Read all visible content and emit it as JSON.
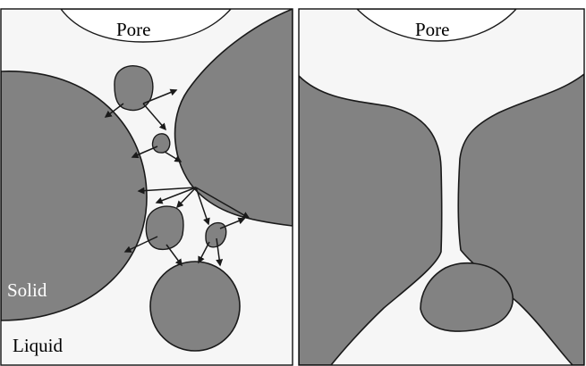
{
  "panels": {
    "left": {
      "pore_label": "Pore",
      "solid_label": "Solid",
      "liquid_label": "Liquid"
    },
    "right": {
      "pore_label": "Pore"
    }
  },
  "colors": {
    "liquid_fill": "#f6f6f6",
    "solid_fill": "#828282",
    "pore_fill": "#ffffff",
    "stroke": "#1a1a1a",
    "solid_label_text": "#ffffff",
    "label_text": "#000000"
  }
}
